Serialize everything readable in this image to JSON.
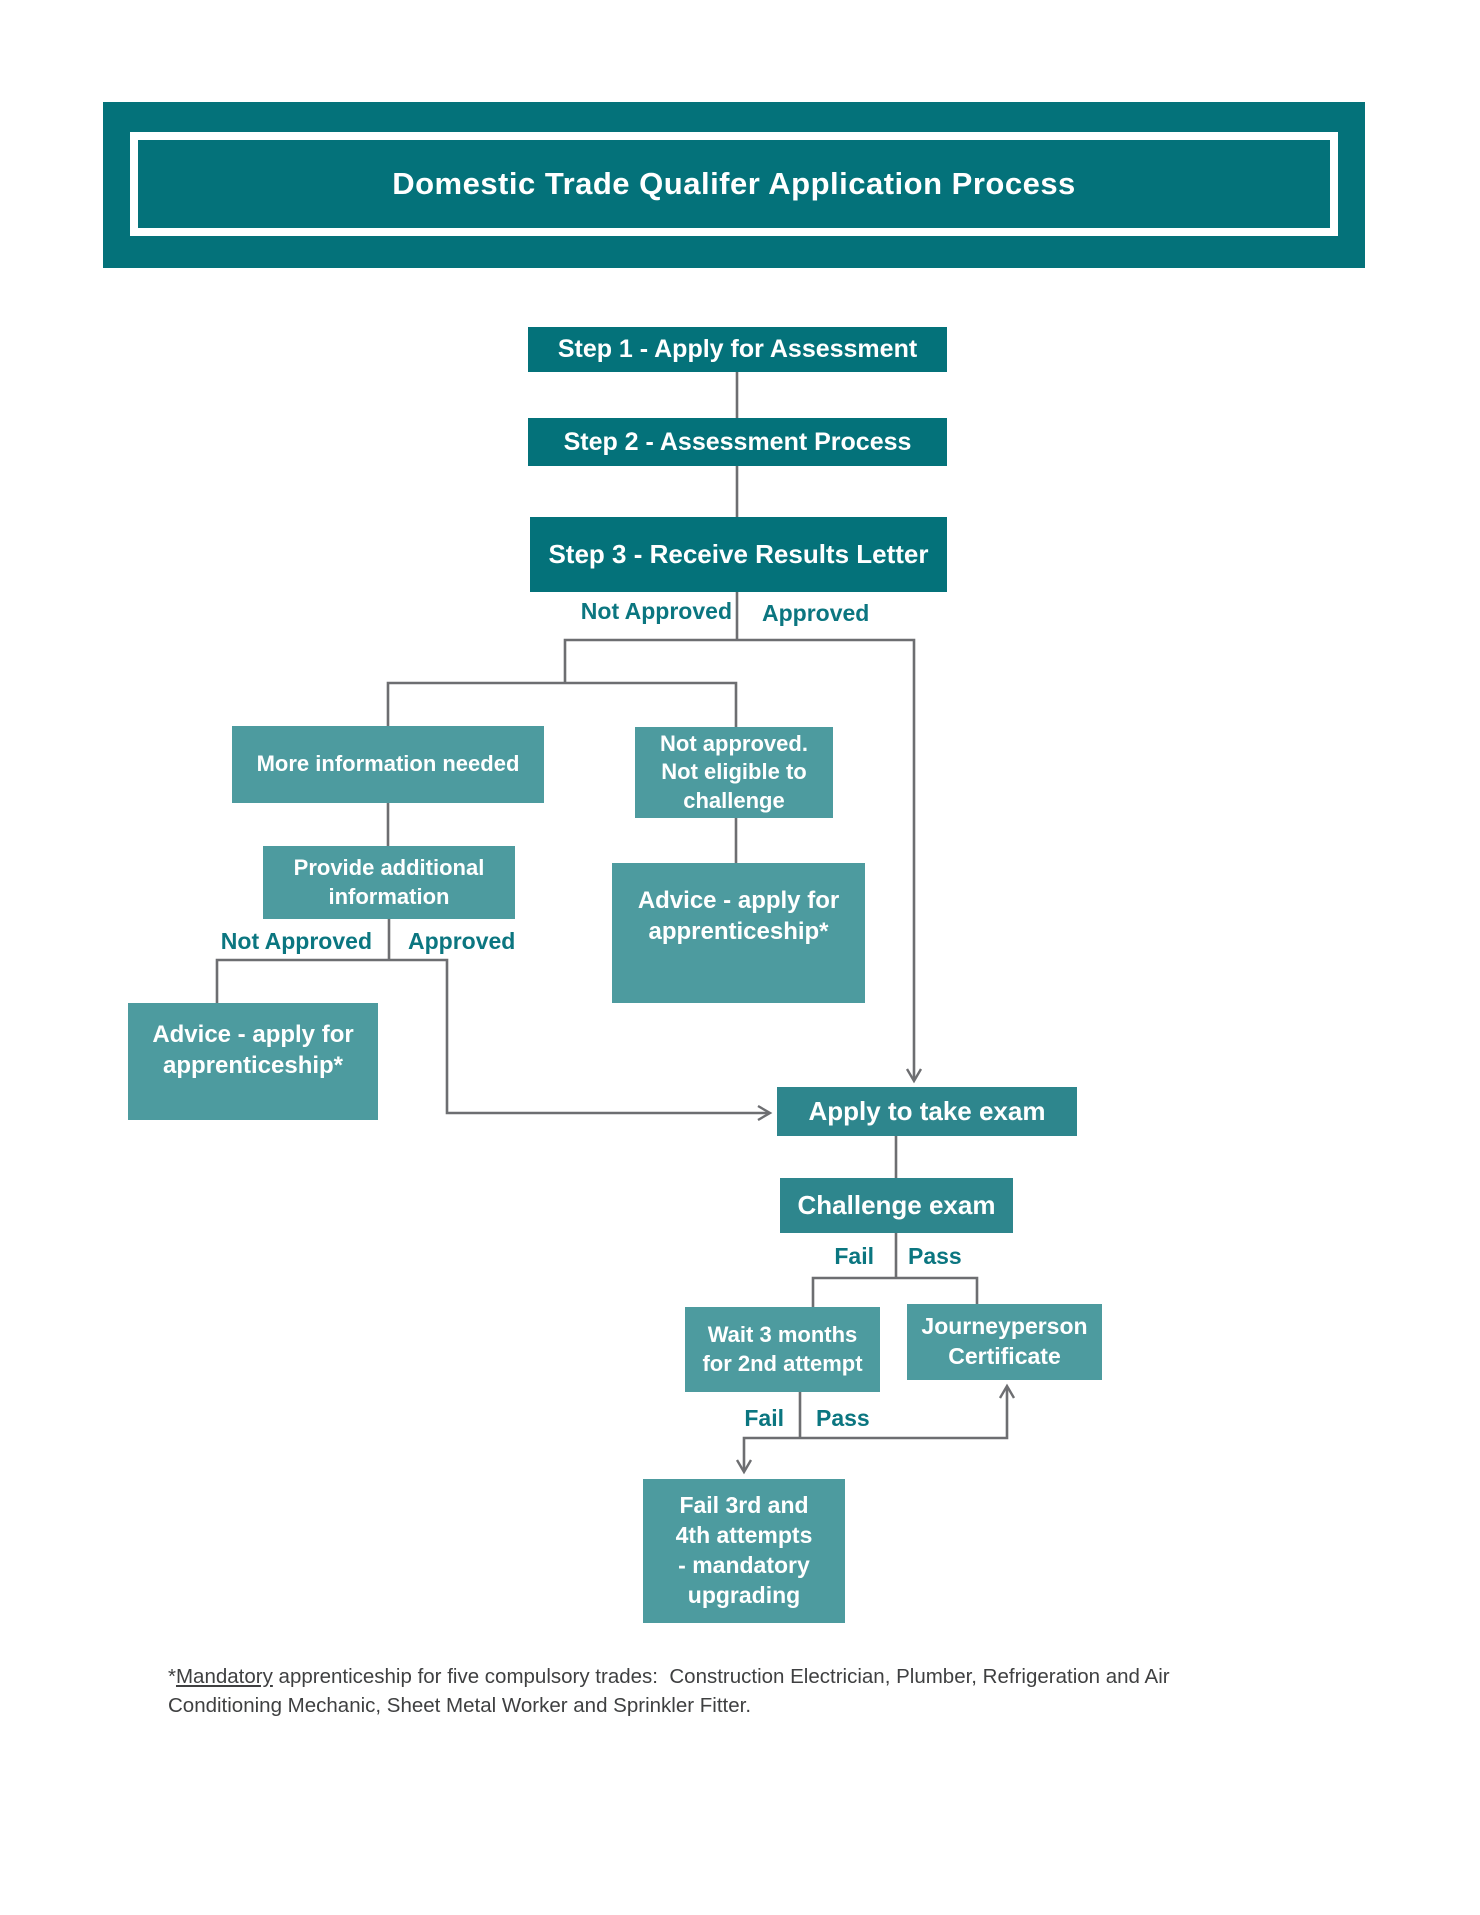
{
  "banner": {
    "title": "Domestic Trade Qualifer Application Process"
  },
  "colors": {
    "dark_teal": "#04727a",
    "medium_teal": "#2e868d",
    "light_teal": "#4d9b9f",
    "label_teal": "#0b7680",
    "line_gray": "#6d6e71",
    "text_gray": "#3f4041"
  },
  "nodes": {
    "step1": "Step 1 - Apply for Assessment",
    "step2": "Step 2 - Assessment Process",
    "step3": "Step 3 - Receive Results Letter",
    "more_info": "More information needed",
    "not_eligible": "Not approved.\nNot eligible to\nchallenge",
    "provide_info": "Provide additional\ninformation",
    "advice_left": "Advice - apply for\napprenticeship*",
    "advice_center": "Advice - apply for\napprenticeship*",
    "apply_exam": "Apply to take exam",
    "challenge_exam": "Challenge exam",
    "wait_3_months": "Wait 3 months\nfor 2nd attempt",
    "journeyperson": "Journeyperson\nCertificate",
    "fail_3rd_4th": "Fail 3rd and\n4th attempts\n- mandatory\nupgrading"
  },
  "labels": {
    "not_approved_1": "Not Approved",
    "approved_1": "Approved",
    "not_approved_2": "Not Approved",
    "approved_2": "Approved",
    "fail_1": "Fail",
    "pass_1": "Pass",
    "fail_2": "Fail",
    "pass_2": "Pass"
  },
  "footnote": {
    "prefix": "*",
    "underlined": "Mandatory",
    "rest": " apprenticeship for five compulsory trades:  Construction Electrician, Plumber, Refrigeration and Air Conditioning Mechanic, Sheet Metal Worker and Sprinkler Fitter."
  }
}
